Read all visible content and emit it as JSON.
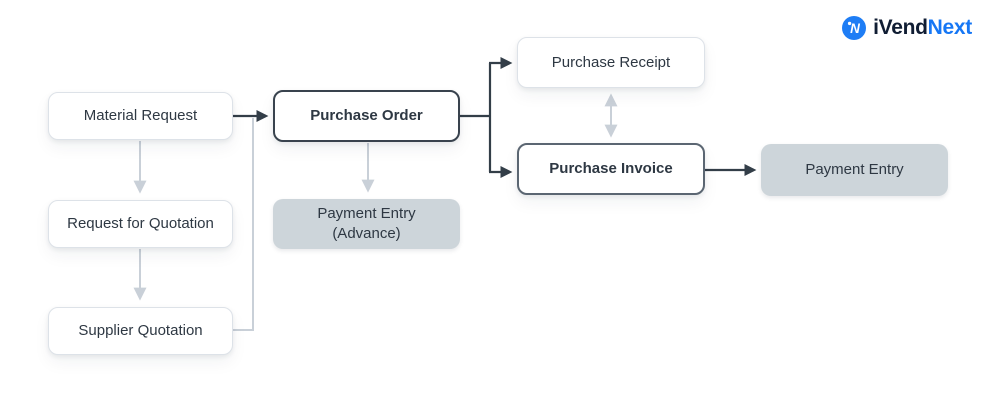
{
  "logo": {
    "icon_letter": "N",
    "text_primary": "iVend",
    "text_accent": "Next",
    "icon_color": "#1e7df5"
  },
  "colors": {
    "dark_stroke": "#333e48",
    "light_stroke": "#c9d0d8",
    "gray_node_fill": "#cdd5da",
    "node_text": "#2e3843",
    "accent_blue": "#1677f5"
  },
  "diagram": {
    "nodes": [
      {
        "id": "material-request",
        "label": "Material Request",
        "style": "white"
      },
      {
        "id": "request-for-quotation",
        "label": "Request for Quotation",
        "style": "white"
      },
      {
        "id": "supplier-quotation",
        "label": "Supplier Quotation",
        "style": "white"
      },
      {
        "id": "purchase-order",
        "label": "Purchase Order",
        "style": "outlined-dark"
      },
      {
        "id": "payment-entry-advance",
        "label": "Payment Entry (Advance)",
        "label_lines": [
          "Payment Entry",
          "(Advance)"
        ],
        "style": "gray-filled"
      },
      {
        "id": "purchase-receipt",
        "label": "Purchase Receipt",
        "style": "white"
      },
      {
        "id": "purchase-invoice",
        "label": "Purchase Invoice",
        "style": "outlined-slate"
      },
      {
        "id": "payment-entry",
        "label": "Payment Entry",
        "style": "gray-filled"
      }
    ],
    "edges": [
      {
        "from": "material-request",
        "to": "purchase-order",
        "style": "dark",
        "arrow": "end"
      },
      {
        "from": "material-request",
        "to": "request-for-quotation",
        "style": "light",
        "arrow": "end"
      },
      {
        "from": "request-for-quotation",
        "to": "supplier-quotation",
        "style": "light",
        "arrow": "end"
      },
      {
        "from": "supplier-quotation",
        "to": "purchase-order",
        "style": "light",
        "arrow": "none"
      },
      {
        "from": "purchase-order",
        "to": "purchase-receipt",
        "style": "dark",
        "arrow": "end"
      },
      {
        "from": "purchase-order",
        "to": "purchase-invoice",
        "style": "dark",
        "arrow": "end"
      },
      {
        "from": "purchase-order",
        "to": "payment-entry-advance",
        "style": "light",
        "arrow": "end"
      },
      {
        "from": "purchase-receipt",
        "to": "purchase-invoice",
        "style": "light",
        "arrow": "both"
      },
      {
        "from": "purchase-invoice",
        "to": "payment-entry",
        "style": "dark",
        "arrow": "end"
      }
    ]
  }
}
